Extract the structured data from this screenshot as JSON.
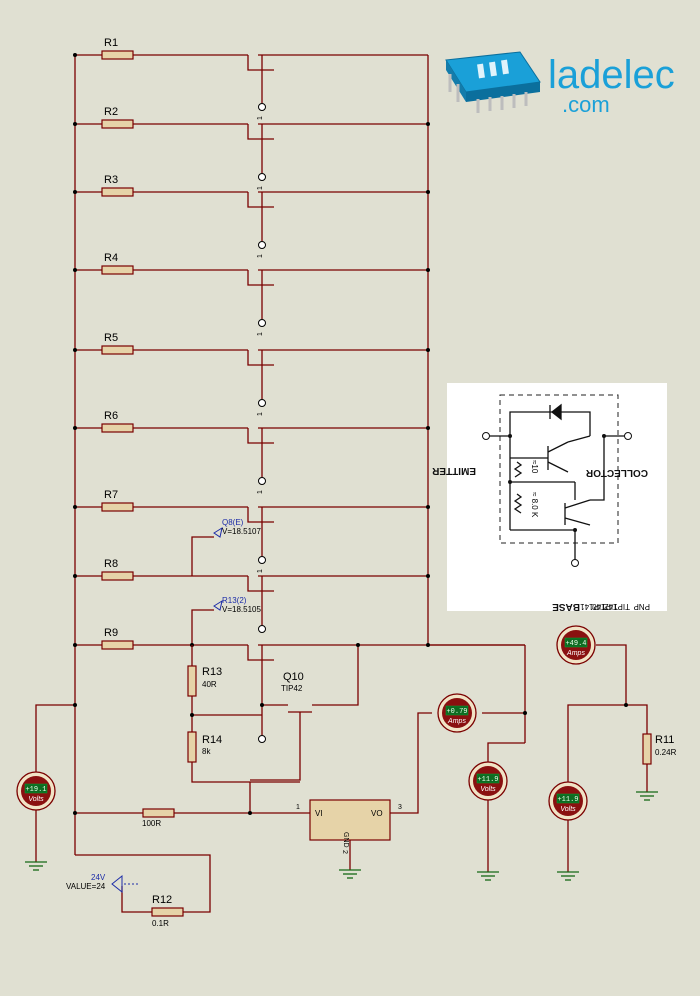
{
  "logo": {
    "name": "ladelec",
    "domain": ".com"
  },
  "resistors": {
    "r1": "R1",
    "r2": "R2",
    "r3": "R3",
    "r4": "R4",
    "r5": "R5",
    "r6": "R6",
    "r7": "R7",
    "r8": "R8",
    "r9": "R9",
    "r13": "R13",
    "r13_value": "40R",
    "r14": "R14",
    "r14_value": "8k",
    "r100": "100R",
    "r11": "R11",
    "r11_value": "0.24R",
    "r12": "R12",
    "r12_value": "0.1R"
  },
  "transistor": {
    "name": "Q10",
    "type": "TIP42",
    "pin": "1"
  },
  "probes": {
    "q8_name": "Q8(E)",
    "q8_value": "V=18.5107",
    "r13_name": "R13(2)",
    "r13_value": "V=18.5105"
  },
  "source": {
    "label": "24V",
    "value": "VALUE=24"
  },
  "regulator": {
    "vi": "VI",
    "vo": "VO",
    "gnd": "GND",
    "pin1": "1",
    "pin2": "2",
    "pin3": "3"
  },
  "meters": {
    "v_left": {
      "value": "+19.1",
      "unit": "Volts"
    },
    "a_mid": {
      "value": "+0.79",
      "unit": "Amps"
    },
    "a_top": {
      "value": "+49.4",
      "unit": "Amps"
    },
    "v_mid": {
      "value": "+11.9",
      "unit": "Volts"
    },
    "v_right": {
      "value": "+11.9",
      "unit": "Volts"
    }
  },
  "datasheet": {
    "emitter": "EMITTER",
    "collector": "COLLECTOR",
    "base": "BASE",
    "r1": "≈10",
    "r2": "≈ 8.0 K",
    "p1": "TIP141",
    "p2": "TIP140",
    "p3": "TIP142",
    "pnp": "PNP"
  },
  "colors": {
    "background": "#e0e0d2",
    "wire": "#7a0000",
    "ground": "#156815",
    "logo": "#1aa0d8"
  }
}
